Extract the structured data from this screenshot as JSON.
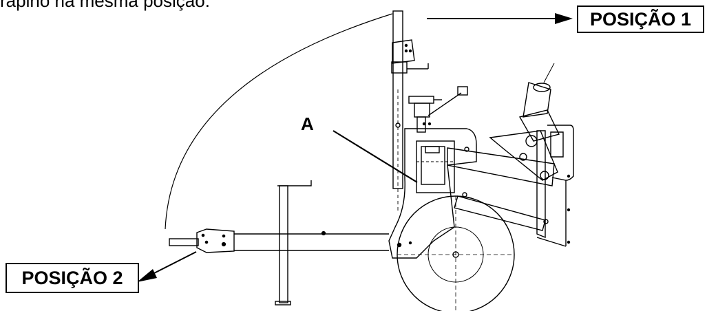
{
  "caption": "rapino na mesma posição.",
  "labels": {
    "position_1": "POSIÇÃO 1",
    "position_2": "POSIÇÃO 2",
    "part_a": "A"
  },
  "colors": {
    "line": "#000000",
    "background": "#ffffff"
  }
}
